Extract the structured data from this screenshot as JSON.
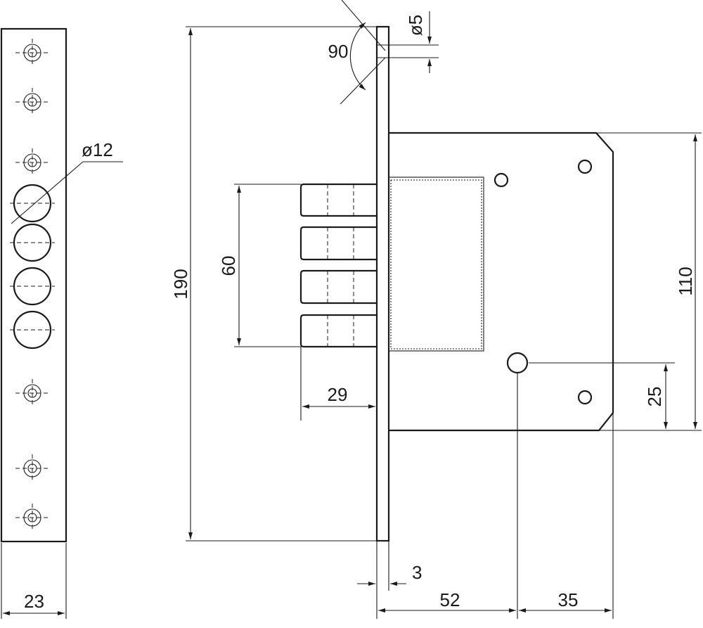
{
  "dimensions": {
    "faceplate_width": "23",
    "hole_diameter": "ø12",
    "lock_height": "190",
    "screw_diameter": "ø5",
    "angle": "90",
    "bolt_span": "60",
    "bolt_throw": "29",
    "faceplate_thickness": "3",
    "backset": "52",
    "case_depth_remainder": "35",
    "case_height": "110",
    "spindle_height": "25"
  }
}
